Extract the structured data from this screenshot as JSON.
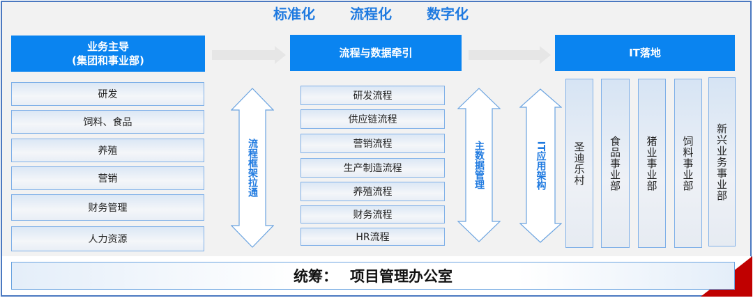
{
  "top_titles": [
    "标准化",
    "流程化",
    "数字化"
  ],
  "headers": {
    "business_line1": "业务主导",
    "business_line2": "(集团和事业部)",
    "process": "流程与数据牵引",
    "it": "IT落地"
  },
  "business_items": [
    "研发",
    "饲料、食品",
    "养殖",
    "营销",
    "财务管理",
    "人力资源"
  ],
  "process_items": [
    "研发流程",
    "供应链流程",
    "营销流程",
    "生产制造流程",
    "养殖流程",
    "财务流程",
    "HR流程"
  ],
  "arrows": {
    "left": "流程框架拉通",
    "middle": "主数据管理",
    "right": "IT应用架构"
  },
  "divisions": [
    "圣迪乐村",
    "食品事业部",
    "猪业事业部",
    "饲料事业部",
    "新兴业务事业部"
  ],
  "bottom": {
    "label": "统筹：",
    "value": "项目管理办公室"
  },
  "colors": {
    "header": "#0a84f0",
    "accent": "#1f7ae0",
    "corner": "#c00000"
  }
}
